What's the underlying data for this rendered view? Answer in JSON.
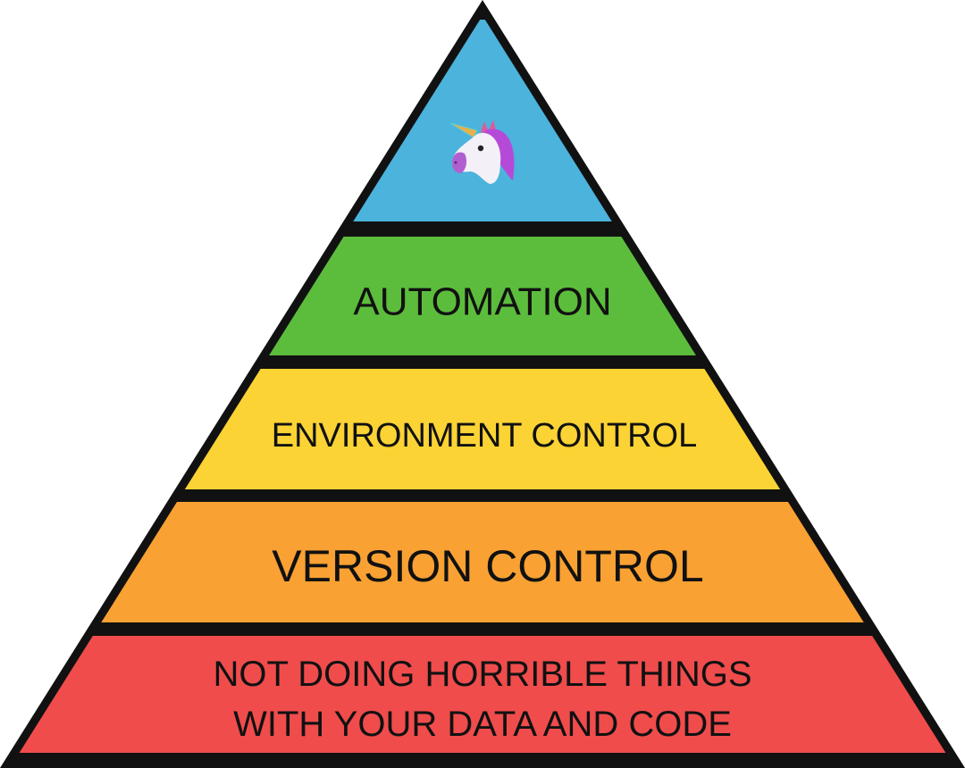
{
  "title_icon": "unicorn-icon",
  "tiers": [
    {
      "name": "peak",
      "lines": [],
      "color": "#4bb3dc",
      "icon": "unicorn-icon"
    },
    {
      "name": "automation",
      "lines": [
        "AUTOMATION"
      ],
      "color": "#5cbd3c"
    },
    {
      "name": "environment-control",
      "lines": [
        "ENVIRONMENT CONTROL"
      ],
      "color": "#fbd334"
    },
    {
      "name": "version-control",
      "lines": [
        "VERSION CONTROL"
      ],
      "color": "#f9a133"
    },
    {
      "name": "not-doing-horrible-things",
      "lines": [
        "NOT DOING HORRIBLE THINGS",
        "WITH YOUR DATA AND CODE"
      ],
      "color": "#f04c4c"
    }
  ],
  "outline_color": "#111111"
}
